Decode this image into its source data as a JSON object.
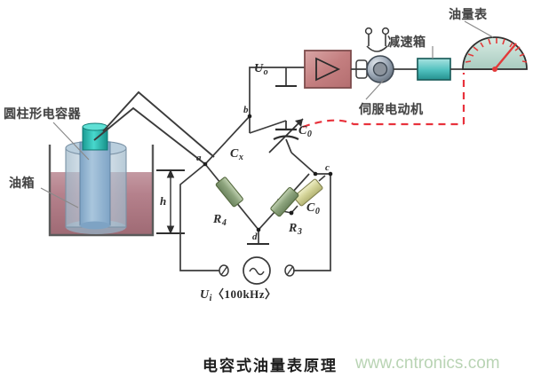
{
  "figure": {
    "caption": "电容式油量表原理",
    "watermark": "www.cntronics.com"
  },
  "labels": {
    "cylindrical_capacitor": "圆柱形电容器",
    "oil_tank": "油箱",
    "servo_motor": "伺服电动机",
    "reduction_gearbox": "减速箱",
    "fuel_gauge": "油量表",
    "height": "h",
    "output_voltage": "U",
    "output_voltage_sub": "o",
    "source_voltage": "U",
    "source_voltage_sub": "i",
    "source_frequency": "〈100kHz〉",
    "cx": "C",
    "cx_sub": "x",
    "c0_variable": "C",
    "c0_variable_sub": "0",
    "c0_fixed": "C",
    "c0_fixed_sub": "0",
    "r4": "R",
    "r4_sub": "4",
    "r3": "R",
    "r3_sub": "3"
  },
  "nodes": {
    "a": "a",
    "b": "b",
    "c": "c",
    "d": "d"
  },
  "colors": {
    "wire": "#3b3b3b",
    "feedback_dashed": "#e8323c",
    "amplifier_fill": "#c98b8b",
    "gearbox_fill": "#59c4c4",
    "gauge_fill": "#bcd8cf",
    "needle": "#e23a3a",
    "resistor_fill": "#95ab86",
    "capacitor_fill": "#d8d8a0",
    "oil_fill": "#b07a83",
    "probe_fill": "#8fb2cf",
    "probe_top_fill": "#2fb8ad",
    "tank_outline": "#555555"
  },
  "icons": {
    "amplifier": "triangle-amplifier-icon",
    "ac_source": "ac-source-icon",
    "ground": "ground-icon",
    "terminal": "terminal-icon",
    "variable_capacitor": "variable-capacitor-icon",
    "motor": "servo-motor-icon",
    "gauge": "dial-gauge-icon"
  }
}
